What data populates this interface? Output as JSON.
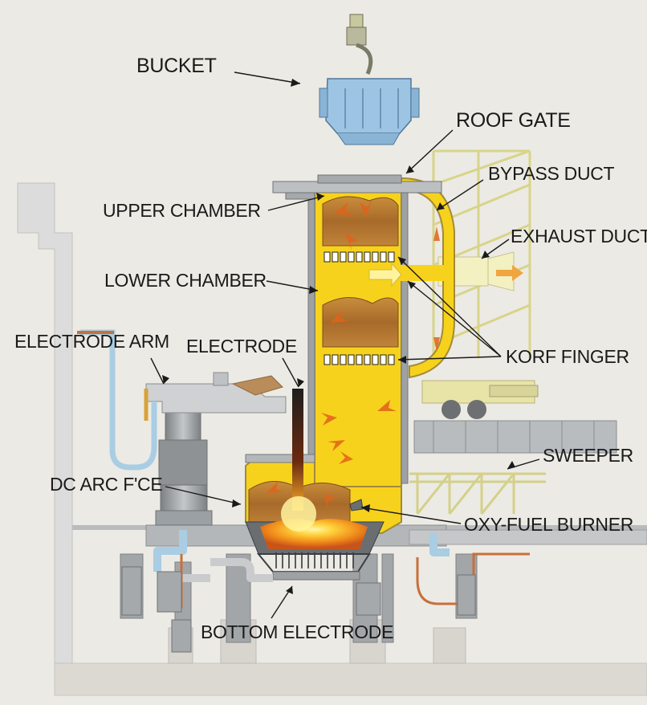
{
  "labels": {
    "bucket": "BUCKET",
    "roof_gate": "ROOF GATE",
    "bypass_duct": "BYPASS DUCT",
    "upper_chamber": "UPPER CHAMBER",
    "exhaust_duct": "EXHAUST DUCT",
    "lower_chamber": "LOWER CHAMBER",
    "electrode_arm": "ELECTRODE ARM",
    "electrode": "ELECTRODE",
    "korf_finger": "KORF FINGER",
    "sweeper": "SWEEPER",
    "dc_arc_furnace": "DC ARC F'CE",
    "oxy_fuel_burner": "OXY-FUEL BURNER",
    "bottom_electrode": "BOTTOM ELECTRODE"
  },
  "colors": {
    "background": "#eceae4",
    "flame_yellow": "#f7d21c",
    "scrap_brown": "#b8762e",
    "bucket_blue": "#9ec4e4",
    "machinery_gray": "#a9adaf",
    "sweeper_yellow": "#ecebb0",
    "pipe_blue": "#a9cde3",
    "cable_orange": "#c7703a",
    "arrow_orange": "#e2621a"
  }
}
